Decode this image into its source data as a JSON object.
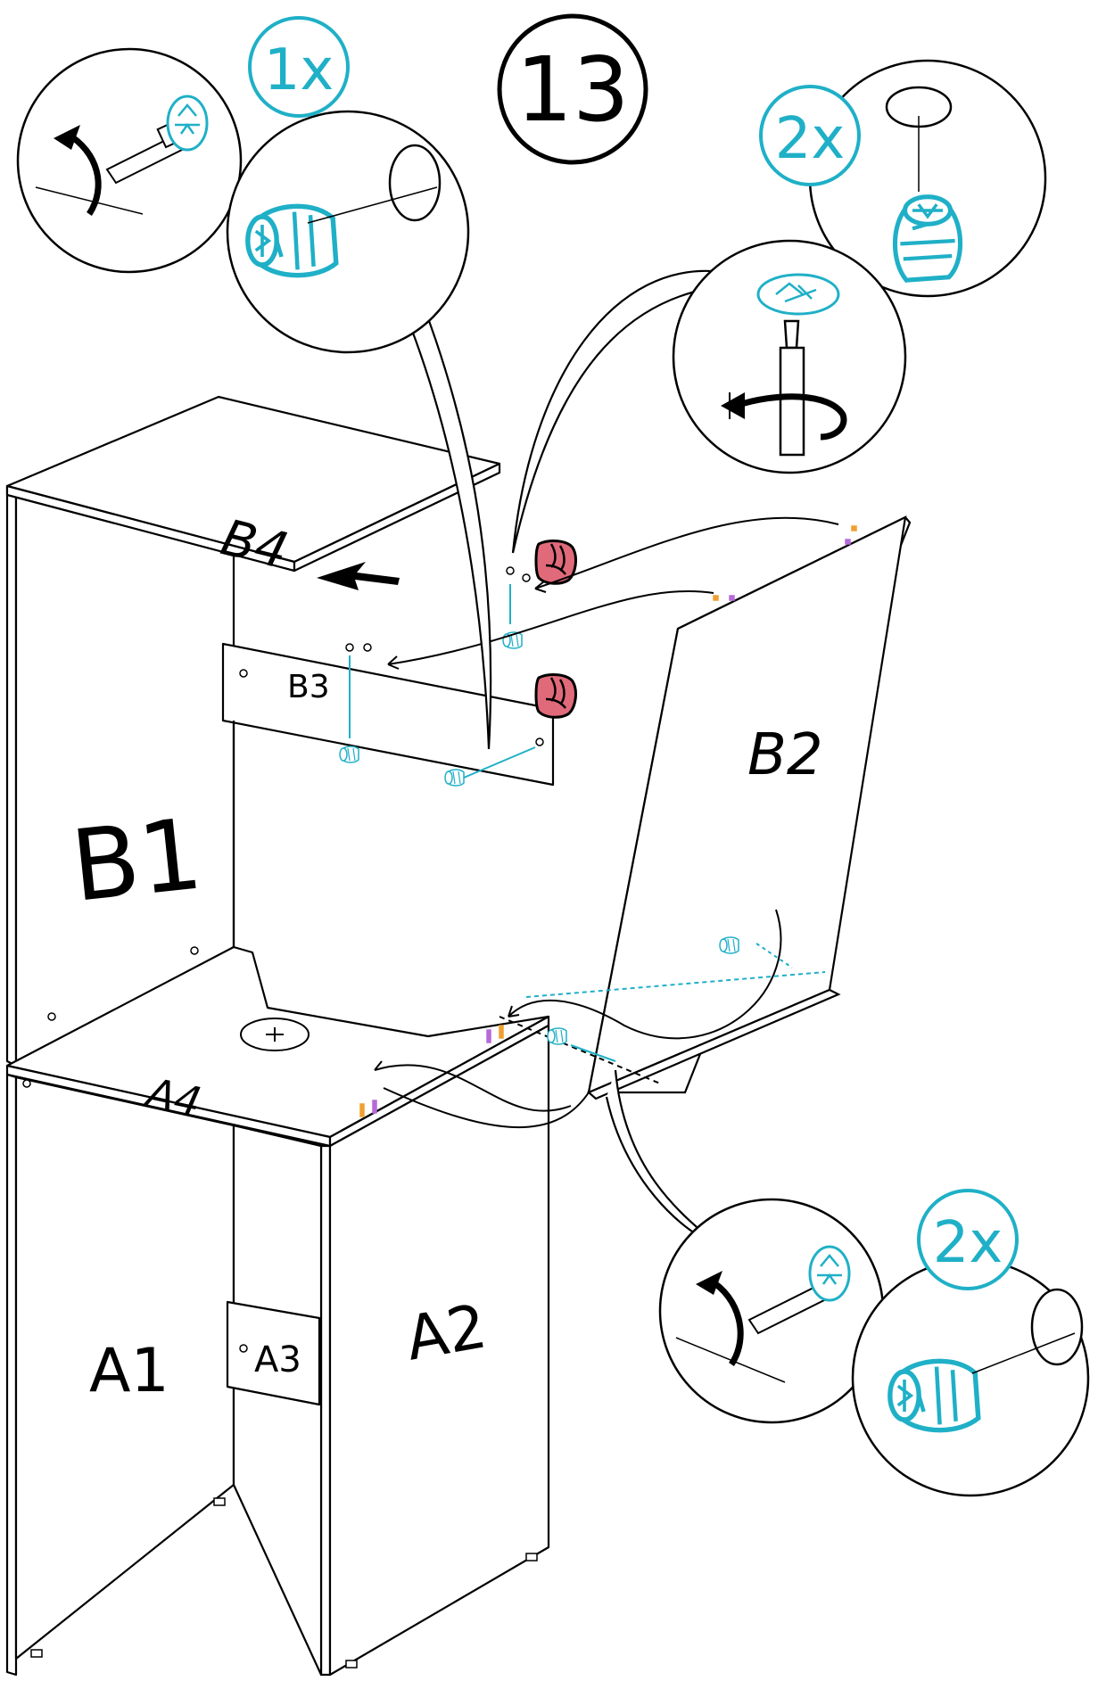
{
  "step": {
    "number": "13"
  },
  "quantities": {
    "top_left": "1x",
    "top_right": "2x",
    "bottom_right": "2x"
  },
  "parts": {
    "b4": "B4",
    "b3": "B3",
    "b2": "B2",
    "b1": "B1",
    "a4": "A4",
    "a1": "A1",
    "a2": "A2",
    "a3": "A3"
  },
  "colors": {
    "line": "#000000",
    "accent_cyan": "#1fb0c7",
    "hand_pink": "#e06a7a",
    "dowel_orange": "#f0a030",
    "dowel_purple": "#b66ad8"
  },
  "icons": [
    "cam-lock-icon",
    "screwdriver-icon",
    "rotate-arrow-icon",
    "hand-press-icon",
    "dowel-icon"
  ]
}
